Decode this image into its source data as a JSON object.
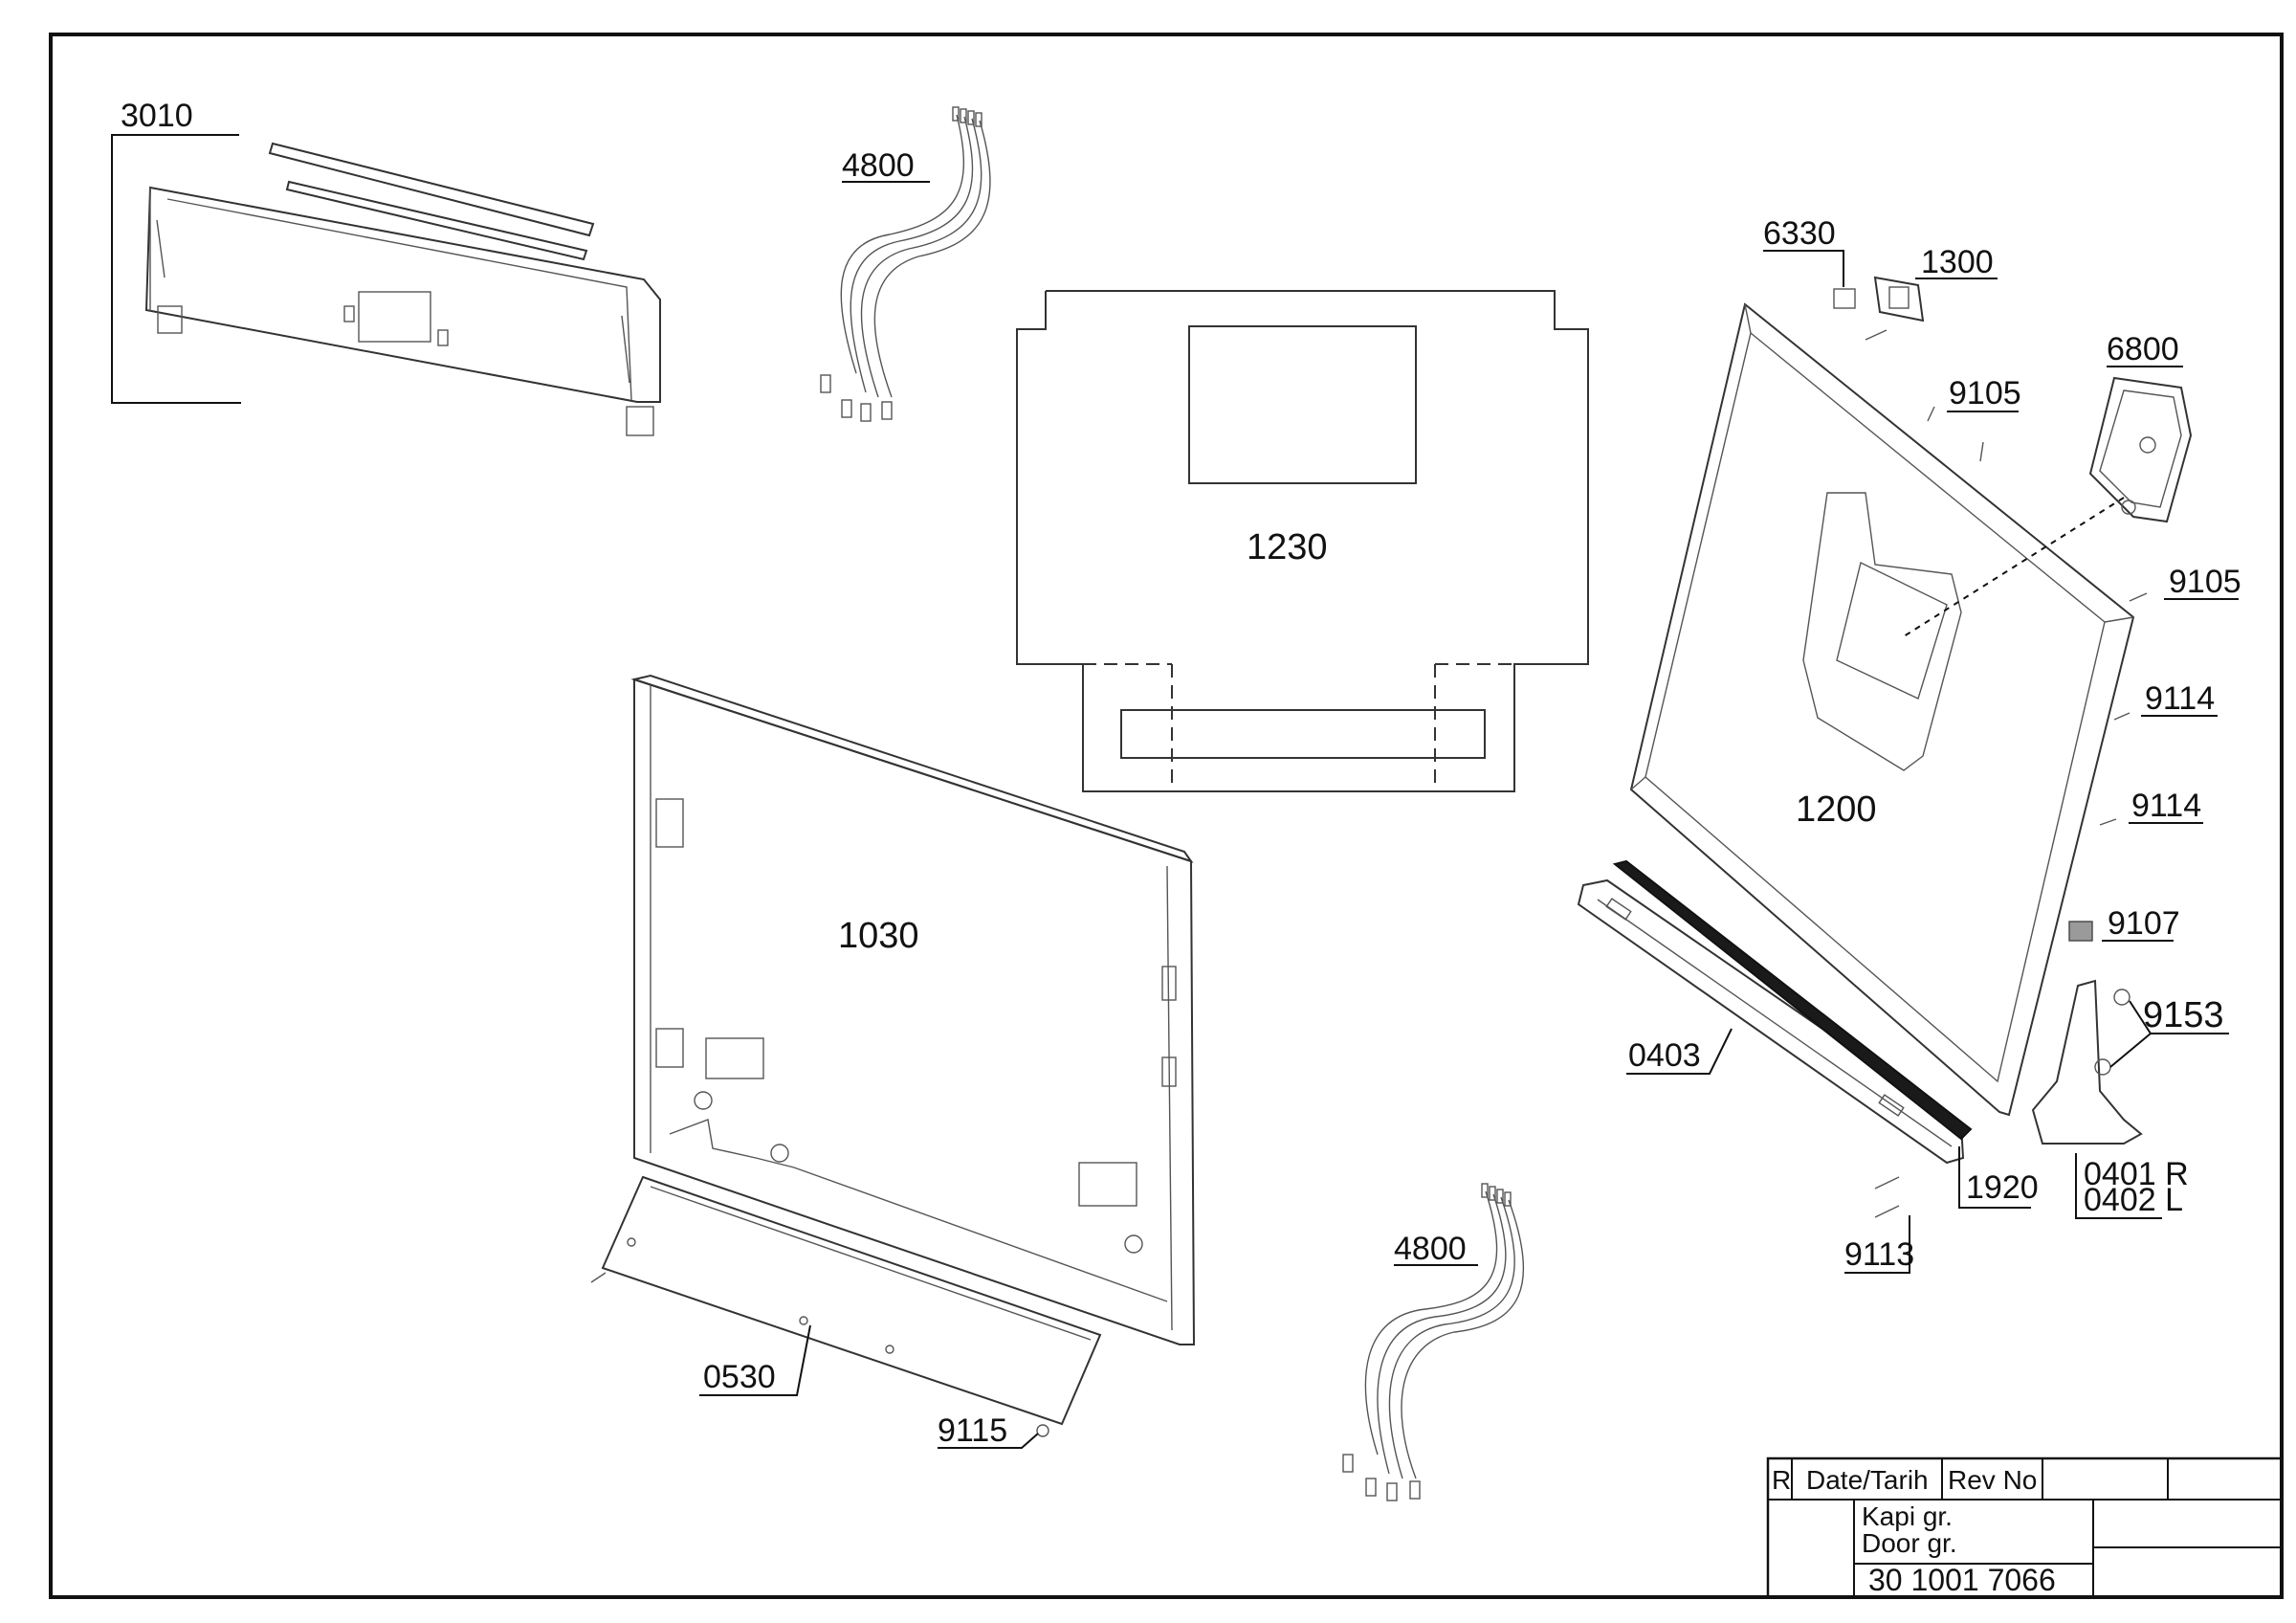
{
  "callouts": {
    "c3010": "3010",
    "c4800a": "4800",
    "c4800b": "4800",
    "c1230": "1230",
    "c6330": "6330",
    "c1300": "1300",
    "c6800": "6800",
    "c9105a": "9105",
    "c9105b": "9105",
    "c9114a": "9114",
    "c9114b": "9114",
    "c9107": "9107",
    "c9153": "9153",
    "c1200": "1200",
    "c1030": "1030",
    "c0403": "0403",
    "c1920": "1920",
    "c0401": "0401 R",
    "c0402": "0402 L",
    "c9113": "9113",
    "c0530": "0530",
    "c9115": "9115"
  },
  "title_block": {
    "r": "R",
    "date": "Date/Tarih",
    "rev": "Rev No",
    "name_tr": "Kapi gr.",
    "name_en": "Door gr.",
    "number": "30 1001 7066"
  }
}
